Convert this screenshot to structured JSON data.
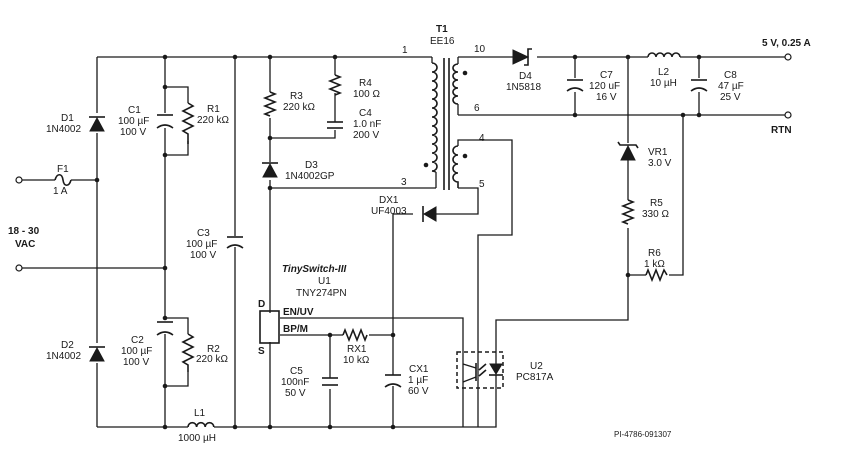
{
  "input": {
    "voltage_line1": "18 - 30",
    "voltage_line2": "VAC"
  },
  "output": {
    "rail": "5 V, 0.25 A",
    "return": "RTN"
  },
  "components": {
    "F1": {
      "ref": "F1",
      "value": "1 A"
    },
    "D1": {
      "ref": "D1",
      "value": "1N4002"
    },
    "D2": {
      "ref": "D2",
      "value": "1N4002"
    },
    "C1": {
      "ref": "C1",
      "value": "100 µF",
      "rating": "100 V"
    },
    "C2": {
      "ref": "C2",
      "value": "100 µF",
      "rating": "100 V"
    },
    "R1": {
      "ref": "R1",
      "value": "220 kΩ"
    },
    "R2": {
      "ref": "R2",
      "value": "220 kΩ"
    },
    "C3": {
      "ref": "C3",
      "value": "100 µF",
      "rating": "100 V"
    },
    "L1": {
      "ref": "L1",
      "value": "1000 µH"
    },
    "R3": {
      "ref": "R3",
      "value": "220 kΩ"
    },
    "R4": {
      "ref": "R4",
      "value": "100 Ω"
    },
    "C4": {
      "ref": "C4",
      "value": "1.0 nF",
      "rating": "200 V"
    },
    "D3": {
      "ref": "D3",
      "value": "1N4002GP"
    },
    "T1": {
      "ref": "T1",
      "value": "EE16"
    },
    "DX1": {
      "ref": "DX1",
      "value": "UF4003"
    },
    "U1": {
      "family": "TinySwitch-III",
      "ref": "U1",
      "value": "TNY274PN"
    },
    "C5": {
      "ref": "C5",
      "value": "100nF",
      "rating": "50 V"
    },
    "RX1": {
      "ref": "RX1",
      "value": "10 kΩ"
    },
    "CX1": {
      "ref": "CX1",
      "value": "1 µF",
      "rating": "60 V"
    },
    "D4": {
      "ref": "D4",
      "value": "1N5818"
    },
    "C7": {
      "ref": "C7",
      "value": "120 uF",
      "rating": "16 V"
    },
    "L2": {
      "ref": "L2",
      "value": "10 µH"
    },
    "C8": {
      "ref": "C8",
      "value": "47 µF",
      "rating": "25 V"
    },
    "VR1": {
      "ref": "VR1",
      "value": "3.0 V"
    },
    "R5": {
      "ref": "R5",
      "value": "330 Ω"
    },
    "R6": {
      "ref": "R6",
      "value": "1 kΩ"
    },
    "U2": {
      "ref": "U2",
      "value": "PC817A"
    }
  },
  "pins": {
    "t1_p1": "1",
    "t1_p3": "3",
    "t1_p4": "4",
    "t1_p5": "5",
    "t1_p6": "6",
    "t1_p10": "10",
    "u1_d": "D",
    "u1_s": "S",
    "u1_enuv": "EN/UV",
    "u1_bpm": "BP/M"
  },
  "drawing_id": "PI-4786-091307"
}
